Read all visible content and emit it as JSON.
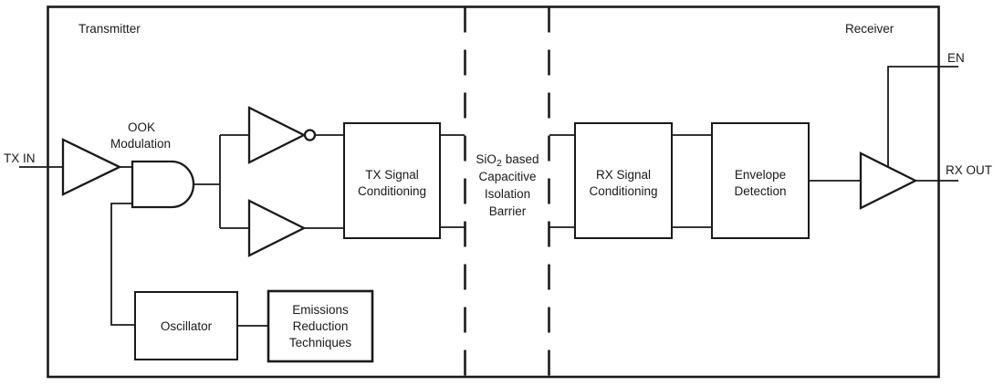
{
  "colors": {
    "ink": "#1a1a1a",
    "background": "#ffffff"
  },
  "sections": {
    "transmitter_label": "Transmitter",
    "receiver_label": "Receiver"
  },
  "ports": {
    "tx_in": "TX IN",
    "en": "EN",
    "rx_out": "RX OUT"
  },
  "gates": {
    "ook_label_line1": "OOK",
    "ook_label_line2": "Modulation"
  },
  "blocks": {
    "tx_signal": {
      "line1": "TX Signal",
      "line2": "Conditioning"
    },
    "rx_signal": {
      "line1": "RX Signal",
      "line2": "Conditioning"
    },
    "envelope": {
      "line1": "Envelope",
      "line2": "Detection"
    },
    "oscillator": {
      "line1": "Oscillator"
    },
    "emissions": {
      "line1": "Emissions",
      "line2": "Reduction",
      "line3": "Techniques"
    }
  },
  "barrier": {
    "line1_formula": "SiO",
    "line1_subscript": "2",
    "line1_rest": "based",
    "line2": "Capacitive",
    "line3": "Isolation",
    "line4": "Barrier"
  }
}
